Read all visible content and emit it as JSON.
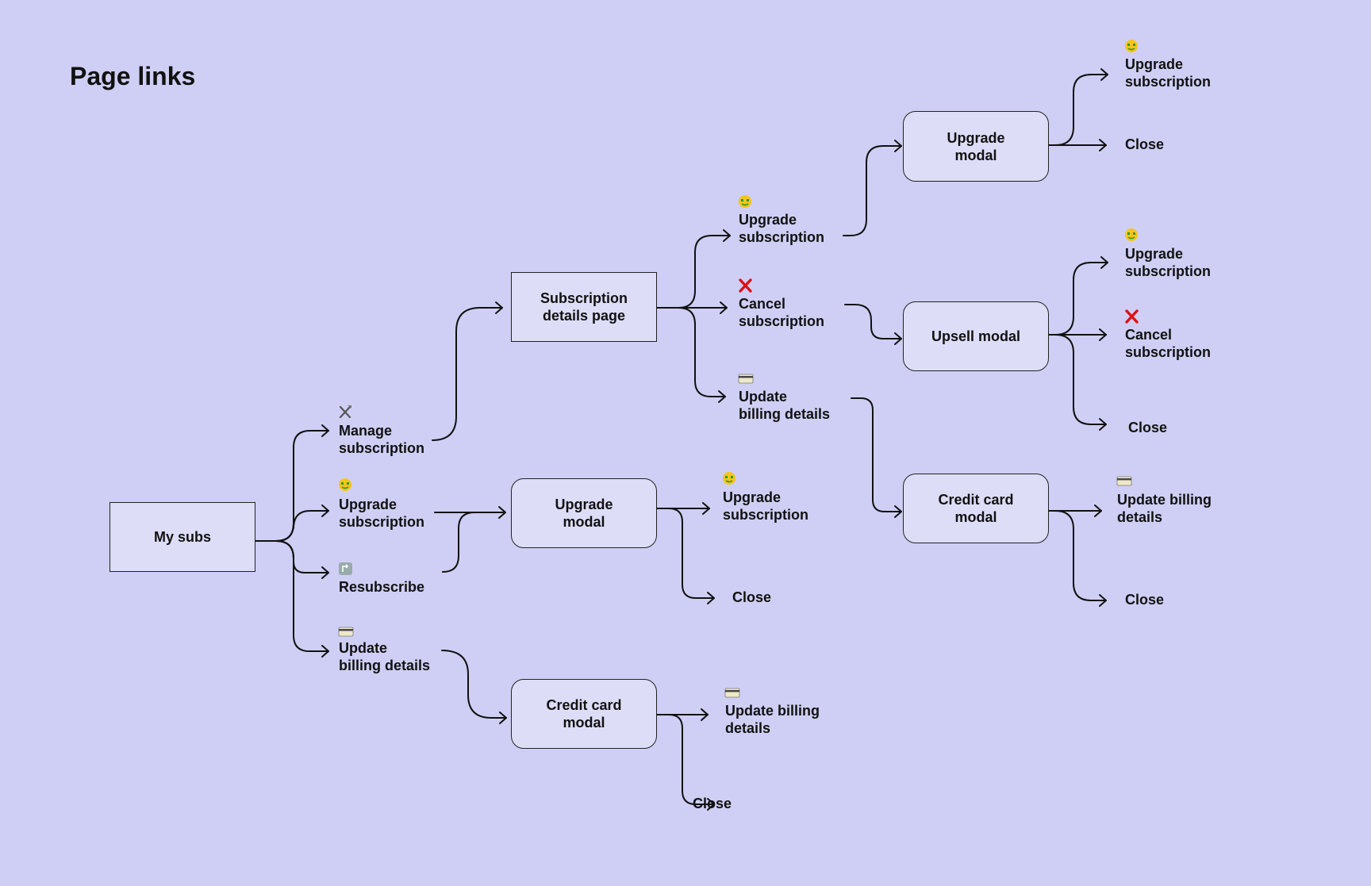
{
  "title": "Page links",
  "nodes": {
    "my_subs": "My subs",
    "subscription_details_page": "Subscription\ndetails page",
    "upgrade_modal_mid": "Upgrade\nmodal",
    "credit_card_modal_mid": "Credit card\nmodal",
    "upgrade_modal_top": "Upgrade\nmodal",
    "upsell_modal": "Upsell modal",
    "credit_card_modal_right": "Credit card\nmodal"
  },
  "links": {
    "manage_subscription": "Manage\nsubscription",
    "upgrade_subscription_1": "Upgrade\nsubscription",
    "resubscribe": "Resubscribe",
    "update_billing_details_1": "Update\nbilling details",
    "upgrade_subscription_2": "Upgrade\nsubscription",
    "cancel_subscription_1": "Cancel\nsubscription",
    "update_billing_details_2": "Update\nbilling details",
    "upgrade_subscription_3": "Upgrade\nsubscription",
    "close_1": "Close",
    "update_billing_details_3": "Update billing\ndetails",
    "close_2": "Close",
    "upgrade_subscription_4": "Upgrade\nsubscription",
    "close_3": "Close",
    "upgrade_subscription_5": "Upgrade\nsubscription",
    "cancel_subscription_2": "Cancel\nsubscription",
    "close_4": "Close",
    "update_billing_details_4": "Update billing\ndetails",
    "close_5": "Close"
  },
  "icons": {
    "manage": "tools-icon",
    "upgrade": "money-face-icon",
    "resubscribe": "repeat-icon",
    "billing": "credit-card-icon",
    "cancel": "red-x-icon"
  },
  "colors": {
    "background": "#cfcff5",
    "node_fill": "#ddddf7",
    "line": "#111111",
    "cancel_red": "#dd1111",
    "money_face": "#f5c518"
  }
}
